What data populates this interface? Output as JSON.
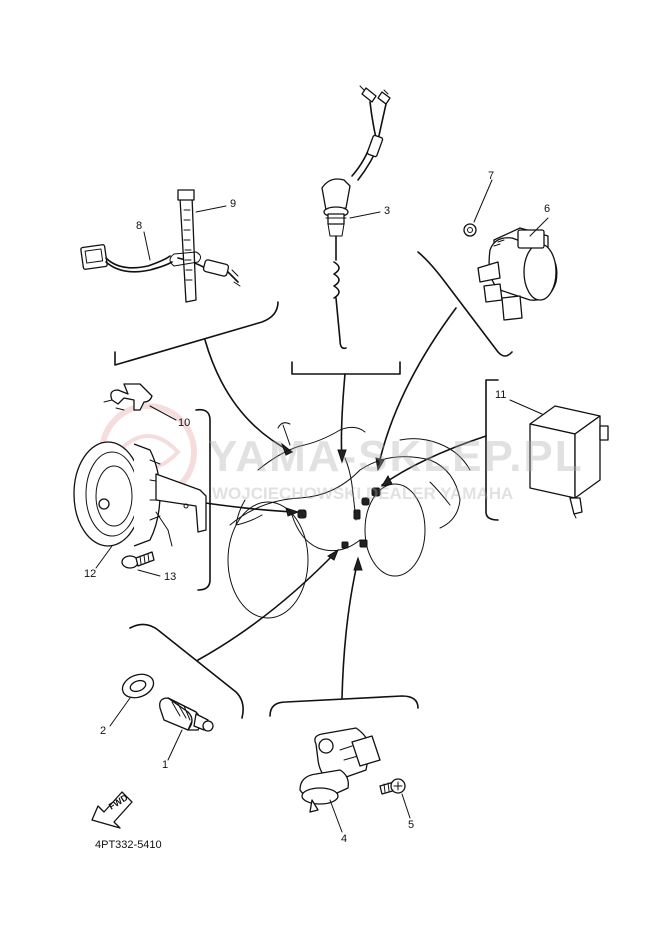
{
  "diagram": {
    "part_code": "4PT332-5410",
    "forward_label": "FWD",
    "watermark": {
      "title": "YAMA-SKLEP.PL",
      "subtitle": "WOJCIECHOWSKI DEALER YAMAHA"
    },
    "callouts": {
      "c1": "1",
      "c2": "2",
      "c3": "3",
      "c4": "4",
      "c5": "5",
      "c6": "6",
      "c7": "7",
      "c8": "8",
      "c9": "9",
      "c10": "10",
      "c11": "11",
      "c12": "12",
      "c13": "13"
    }
  }
}
